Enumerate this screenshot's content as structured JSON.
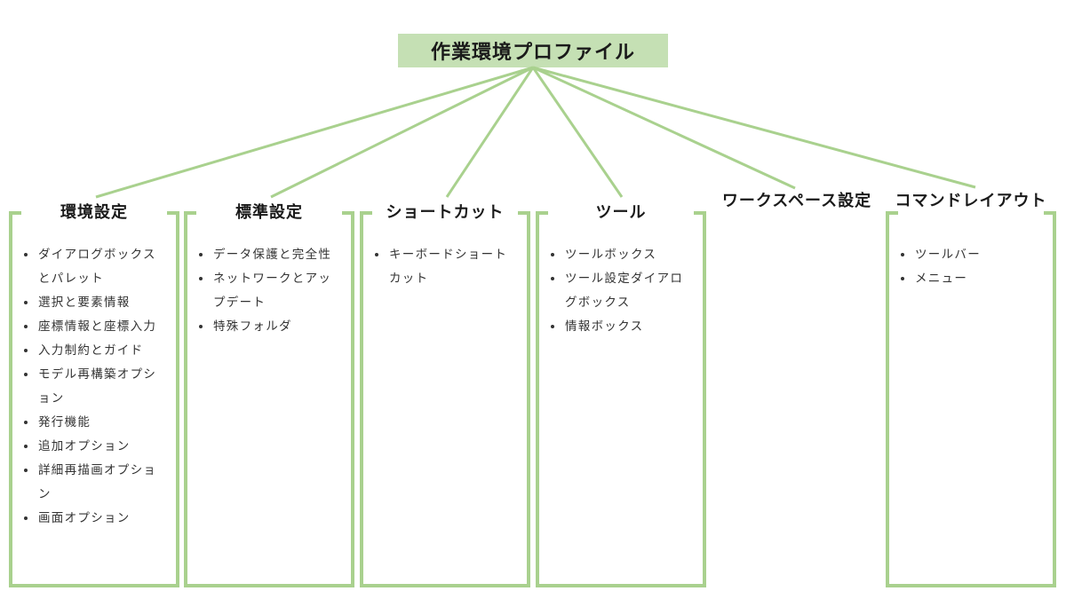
{
  "colors": {
    "accent": "#a9d18e",
    "root_fill": "#c5e0b4"
  },
  "root": {
    "label": "作業環境プロファイル"
  },
  "columns": [
    {
      "id": "env",
      "title": "環境設定",
      "items": [
        "ダイアログボックスとパレット",
        "選択と要素情報",
        "座標情報と座標入力",
        "入力制約とガイド",
        "モデル再構築オプション",
        "発行機能",
        "追加オプション",
        "詳細再描画オプション",
        "画面オプション"
      ]
    },
    {
      "id": "std",
      "title": "標準設定",
      "items": [
        "データ保護と完全性",
        "ネットワークとアップデート",
        "特殊フォルダ"
      ]
    },
    {
      "id": "shortcut",
      "title": "ショートカット",
      "items": [
        "キーボードショートカット"
      ]
    },
    {
      "id": "tool",
      "title": "ツール",
      "items": [
        "ツールボックス",
        "ツール設定ダイアログボックス",
        "情報ボックス"
      ]
    },
    {
      "id": "workspace",
      "title": "ワークスペース設定",
      "items": []
    },
    {
      "id": "command",
      "title": "コマンドレイアウト",
      "items": [
        "ツールバー",
        "メニュー"
      ]
    }
  ]
}
